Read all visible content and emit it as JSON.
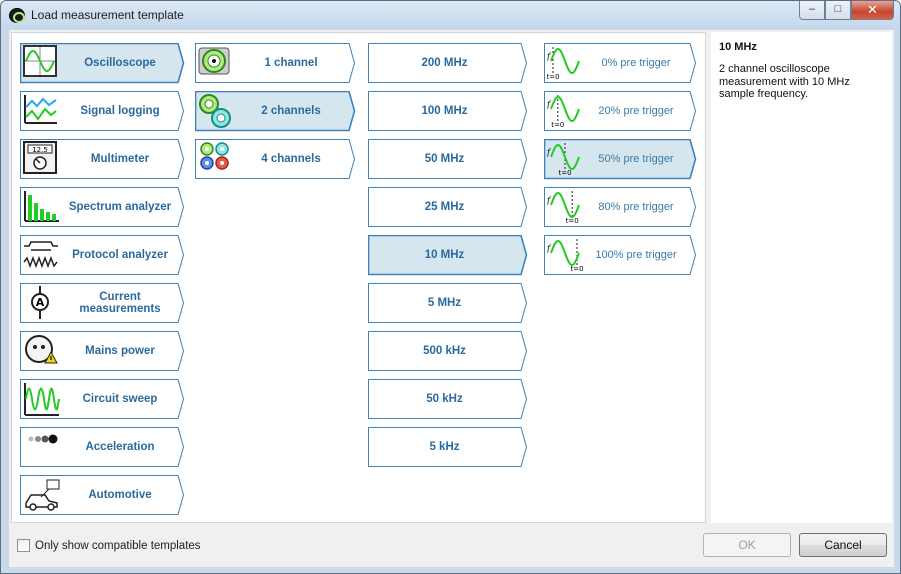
{
  "window": {
    "title": "Load measurement template"
  },
  "categories": [
    {
      "label": "Oscilloscope",
      "icon": "oscilloscope-icon",
      "selected": true
    },
    {
      "label": "Signal logging",
      "icon": "signal-logging-icon"
    },
    {
      "label": "Multimeter",
      "icon": "multimeter-icon",
      "icon_text": "12.5"
    },
    {
      "label": "Spectrum analyzer",
      "icon": "spectrum-analyzer-icon"
    },
    {
      "label": "Protocol analyzer",
      "icon": "protocol-analyzer-icon"
    },
    {
      "label": "Current measurements",
      "icon": "current-measurement-icon",
      "icon_text": "A"
    },
    {
      "label": "Mains power",
      "icon": "mains-power-icon"
    },
    {
      "label": "Circuit sweep",
      "icon": "circuit-sweep-icon"
    },
    {
      "label": "Acceleration",
      "icon": "acceleration-icon"
    },
    {
      "label": "Automotive",
      "icon": "automotive-icon"
    }
  ],
  "channels": [
    {
      "label": "1 channel",
      "icon": "bnc-connector-icon"
    },
    {
      "label": "2 channels",
      "icon": "two-connectors-icon",
      "selected": true
    },
    {
      "label": "4 channels",
      "icon": "four-connectors-icon"
    }
  ],
  "frequencies": [
    {
      "label": "200 MHz"
    },
    {
      "label": "100 MHz"
    },
    {
      "label": "50 MHz"
    },
    {
      "label": "25 MHz"
    },
    {
      "label": "10 MHz",
      "selected": true
    },
    {
      "label": "5 MHz"
    },
    {
      "label": "500 kHz"
    },
    {
      "label": "50 kHz"
    },
    {
      "label": "5 kHz"
    }
  ],
  "triggers": [
    {
      "label": "0% pre trigger",
      "icon": "pre-trigger-wave-icon",
      "pre": 0
    },
    {
      "label": "20% pre trigger",
      "icon": "pre-trigger-wave-icon",
      "pre": 0.2
    },
    {
      "label": "50% pre trigger",
      "icon": "pre-trigger-wave-icon",
      "pre": 0.5,
      "selected": true
    },
    {
      "label": "80% pre trigger",
      "icon": "pre-trigger-wave-icon",
      "pre": 0.8
    },
    {
      "label": "100% pre trigger",
      "icon": "pre-trigger-wave-icon",
      "pre": 1.0
    }
  ],
  "trigger_icon_text": {
    "level": "f",
    "time": "t=0"
  },
  "description": {
    "title": "10 MHz",
    "body": "2 channel oscilloscope measurement with 10 MHz sample frequency."
  },
  "footer": {
    "checkbox_label": "Only show compatible templates",
    "checkbox_checked": false,
    "ok_label": "OK",
    "ok_enabled": false,
    "cancel_label": "Cancel"
  },
  "colors": {
    "accent_text": "#2a6a9e",
    "tile_border": "#3d82bc",
    "selected_fill": "#d5e6ee",
    "wave_green": "#22cc22"
  }
}
